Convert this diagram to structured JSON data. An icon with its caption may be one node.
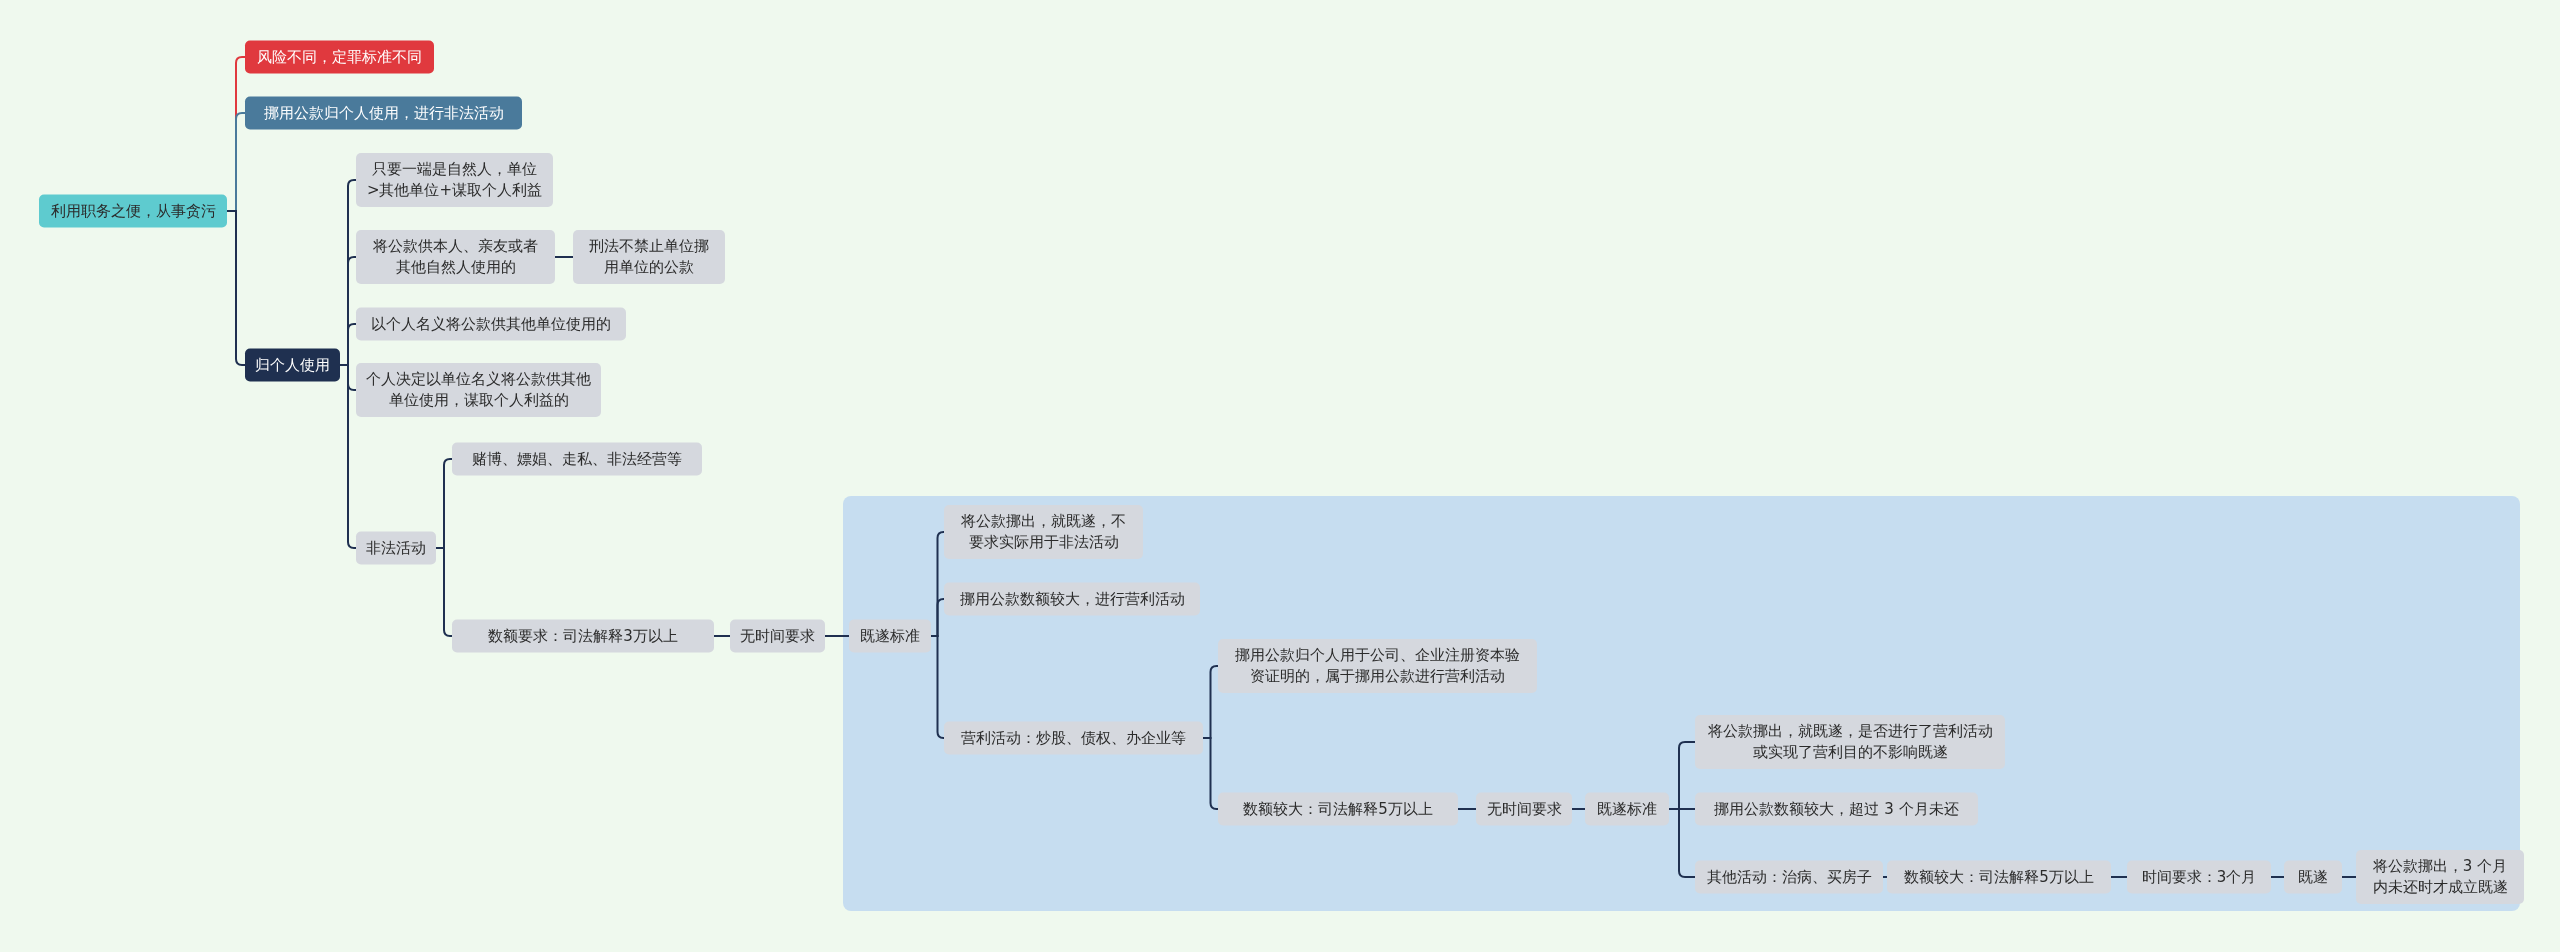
{
  "diagram": {
    "nodes": [
      {
        "text": [
          "利用职务之便，从事贪污"
        ]
      },
      {
        "text": [
          "风险不同，定罪标准不同"
        ]
      },
      {
        "text": [
          "挪用公款归个人使用，进行非法活动"
        ]
      },
      {
        "text": [
          "归个人使用"
        ]
      },
      {
        "text": [
          "只要一端是自然人，单位 >其他单位+谋取个人利益"
        ]
      },
      {
        "text": [
          "将公款供本人、亲友或者其他自然人使用的"
        ]
      },
      {
        "text": [
          "刑法不禁止单位挪用单位的公款"
        ]
      },
      {
        "text": [
          "以个人名义将公款供其他单位使用的"
        ]
      },
      {
        "text": [
          "个人决定以单位名义将公款供其他单位使用，谋取个人利益的"
        ]
      },
      {
        "text": [
          "非法活动"
        ]
      },
      {
        "text": [
          "赌博、嫖娼、走私、非法经营等"
        ]
      },
      {
        "text": [
          "数额要求：司法解释3万以上"
        ]
      },
      {
        "text": [
          "无时间要求"
        ]
      },
      {
        "text": [
          "既遂标准"
        ]
      },
      {
        "text": [
          "将公款挪出，就既遂，不要求实际用于非法活动"
        ]
      },
      {
        "text": [
          "挪用公款数额较大，进行营利活动"
        ]
      },
      {
        "text": [
          "营利活动：炒股、债权、办企业等"
        ]
      },
      {
        "text": [
          "挪用公款归个人用于公司、企业注册资本验资证明的，属于挪用公款进行营利活动"
        ]
      },
      {
        "text": [
          "数额较大：司法解释5万以上"
        ]
      },
      {
        "text": [
          "无时间要求"
        ]
      },
      {
        "text": [
          "既遂标准"
        ]
      },
      {
        "text": [
          "将公款挪出，就既遂，是否进行了营利活动或实现了营利目的不影响既遂"
        ]
      },
      {
        "text": [
          "挪用公款数额较大，超过 3 个月未还"
        ]
      },
      {
        "text": [
          "其他活动：治病、买房子"
        ]
      },
      {
        "text": [
          "数额较大：司法解释5万以上"
        ]
      },
      {
        "text": [
          "时间要求：3个月"
        ]
      },
      {
        "text": [
          "既遂"
        ]
      },
      {
        "text": [
          "将公款挪出，3 个月内未还时才成立既遂"
        ]
      }
    ],
    "edges": [
      {
        "from": 0,
        "to": 1,
        "arrow": "none",
        "color": "#e0393e"
      },
      {
        "from": 0,
        "to": 2,
        "arrow": "none",
        "color": "#4a7a9b"
      },
      {
        "from": 0,
        "to": 3,
        "arrow": "none"
      },
      {
        "from": 3,
        "to": 4,
        "arrow": "none"
      },
      {
        "from": 3,
        "to": 5,
        "arrow": "none"
      },
      {
        "from": 5,
        "to": 6,
        "arrow": "none"
      },
      {
        "from": 3,
        "to": 7,
        "arrow": "none"
      },
      {
        "from": 3,
        "to": 8,
        "arrow": "none"
      },
      {
        "from": 3,
        "to": 9,
        "arrow": "none"
      },
      {
        "from": 9,
        "to": 10,
        "arrow": "none"
      },
      {
        "from": 9,
        "to": 11,
        "arrow": "none"
      },
      {
        "from": 11,
        "to": 12,
        "arrow": "none"
      },
      {
        "from": 12,
        "to": 13,
        "arrow": "none"
      },
      {
        "from": 13,
        "to": 14,
        "arrow": "none"
      },
      {
        "from": 13,
        "to": 15,
        "arrow": "none"
      },
      {
        "from": 13,
        "to": 16,
        "arrow": "none"
      },
      {
        "from": 16,
        "to": 17,
        "arrow": "none"
      },
      {
        "from": 16,
        "to": 18,
        "arrow": "none"
      },
      {
        "from": 18,
        "to": 19,
        "arrow": "none"
      },
      {
        "from": 19,
        "to": 20,
        "arrow": "none"
      },
      {
        "from": 20,
        "to": 21,
        "arrow": "none"
      },
      {
        "from": 20,
        "to": 22,
        "arrow": "none"
      },
      {
        "from": 20,
        "to": 23,
        "arrow": "none"
      },
      {
        "from": 23,
        "to": 24,
        "arrow": "none"
      },
      {
        "from": 24,
        "to": 25,
        "arrow": "none"
      },
      {
        "from": 25,
        "to": 26,
        "arrow": "none"
      },
      {
        "from": 26,
        "to": 27,
        "arrow": "none"
      }
    ]
  }
}
